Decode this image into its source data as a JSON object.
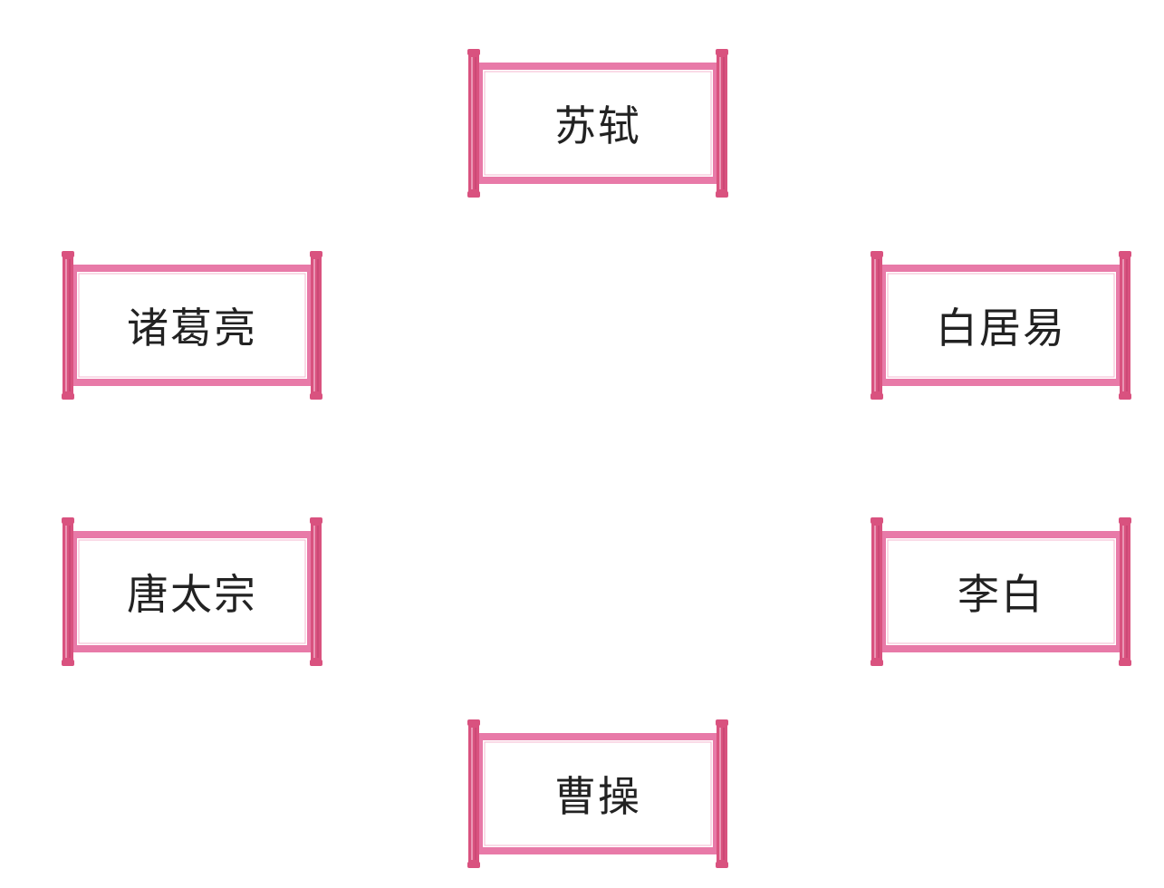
{
  "scrolls": [
    {
      "id": "scroll-su-shi",
      "name": "苏轼"
    },
    {
      "id": "scroll-zhuge-liang",
      "name": "诸葛亮"
    },
    {
      "id": "scroll-bai-juyi",
      "name": "白居易"
    },
    {
      "id": "scroll-tang-taizong",
      "name": "唐太宗"
    },
    {
      "id": "scroll-li-bai",
      "name": "李白"
    },
    {
      "id": "scroll-cao-cao",
      "name": "曹操"
    }
  ],
  "colors": {
    "scroll_frame": "#e87aa8",
    "scroll_rod": "#d9527f",
    "scroll_fill": "#ffffff",
    "label_text": "#222222"
  }
}
